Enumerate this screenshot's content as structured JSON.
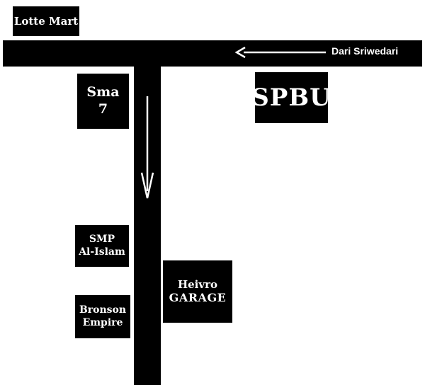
{
  "colors": {
    "road": "#000000",
    "box_fill": "#000000",
    "text": "#ffffff",
    "background": "#ffffff"
  },
  "landmarks": {
    "lotte_mart": "Lotte Mart",
    "sma_line1": "Sma",
    "sma_line2": "7",
    "spbu": "SPBU",
    "smp_line1": "SMP",
    "smp_line2": "Al-Islam",
    "bronson_line1": "Bronson",
    "bronson_line2": "Empire",
    "heivro_line1": "Heivro",
    "heivro_line2": "GARAGE"
  },
  "road_label": "Dari Sriwedari",
  "arrows": {
    "main_road_direction": "left",
    "branch_road_direction": "down"
  }
}
